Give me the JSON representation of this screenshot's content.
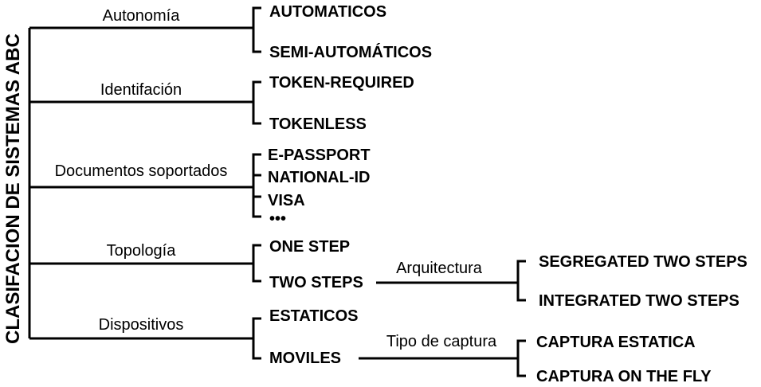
{
  "root": "CLASIFACION DE SISTEMAS ABC",
  "categories": [
    {
      "label": "Autonomía",
      "items": [
        "AUTOMATICOS",
        "SEMI-AUTOMÁTICOS"
      ]
    },
    {
      "label": "Identifación",
      "items": [
        "TOKEN-REQUIRED",
        "TOKENLESS"
      ]
    },
    {
      "label": "Documentos soportados",
      "items": [
        "E-PASSPORT",
        "NATIONAL-ID",
        "VISA",
        "•••"
      ]
    },
    {
      "label": "Topología",
      "items": [
        "ONE STEP",
        "TWO STEPS"
      ],
      "sub": {
        "label": "Arquitectura",
        "items": [
          "SEGREGATED TWO STEPS",
          "INTEGRATED TWO STEPS"
        ]
      }
    },
    {
      "label": "Dispositivos",
      "items": [
        "ESTATICOS",
        "MOVILES"
      ],
      "sub": {
        "label": "Tipo de captura",
        "items": [
          "CAPTURA ESTATICA",
          "CAPTURA ON THE FLY"
        ]
      }
    }
  ]
}
